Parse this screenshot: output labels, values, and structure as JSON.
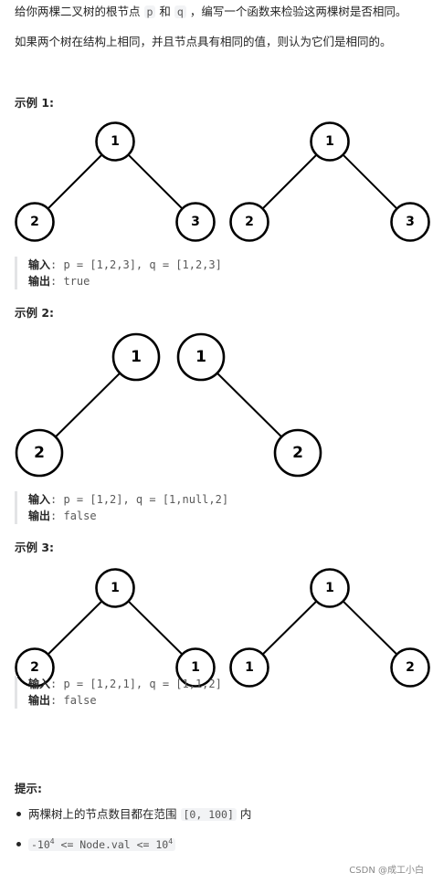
{
  "intro": {
    "line1_prefix": "给你两棵二叉树的根节点",
    "p": "p",
    "and": "和",
    "q": "q",
    "line1_suffix": "，编写一个函数来检验这两棵树是否相同。",
    "line2": "如果两个树在结构上相同，并且节点具有相同的值，则认为它们是相同的。"
  },
  "examples": [
    {
      "title": "示例 1:",
      "input_label": "输入",
      "input_value": ": p = [1,2,3], q = [1,2,3]",
      "output_label": "输出",
      "output_value": ": true",
      "trees": {
        "left": {
          "root": "1",
          "left_child": "2",
          "right_child": "3"
        },
        "right": {
          "root": "1",
          "left_child": "2",
          "right_child": "3"
        }
      }
    },
    {
      "title": "示例 2:",
      "input_label": "输入",
      "input_value": ": p = [1,2], q = [1,null,2]",
      "output_label": "输出",
      "output_value": ": false",
      "trees": {
        "left": {
          "root": "1",
          "left_child": "2"
        },
        "right": {
          "root": "1",
          "right_child": "2"
        }
      }
    },
    {
      "title": "示例 3:",
      "input_label": "输入",
      "input_value": ": p = [1,2,1], q = [1,1,2]",
      "output_label": "输出",
      "output_value": ": false",
      "trees": {
        "left": {
          "root": "1",
          "left_child": "2",
          "right_child": "1"
        },
        "right": {
          "root": "1",
          "left_child": "1",
          "right_child": "2"
        }
      }
    }
  ],
  "hints": {
    "title": "提示:",
    "item1_prefix": "两棵树上的节点数目都在范围",
    "item1_code": "[0, 100]",
    "item1_suffix": "内",
    "item2_pre": "-10",
    "item2_sup1": "4",
    "item2_mid": " <= Node.val <= 10",
    "item2_sup2": "4"
  },
  "watermark": "CSDN @成工小白"
}
